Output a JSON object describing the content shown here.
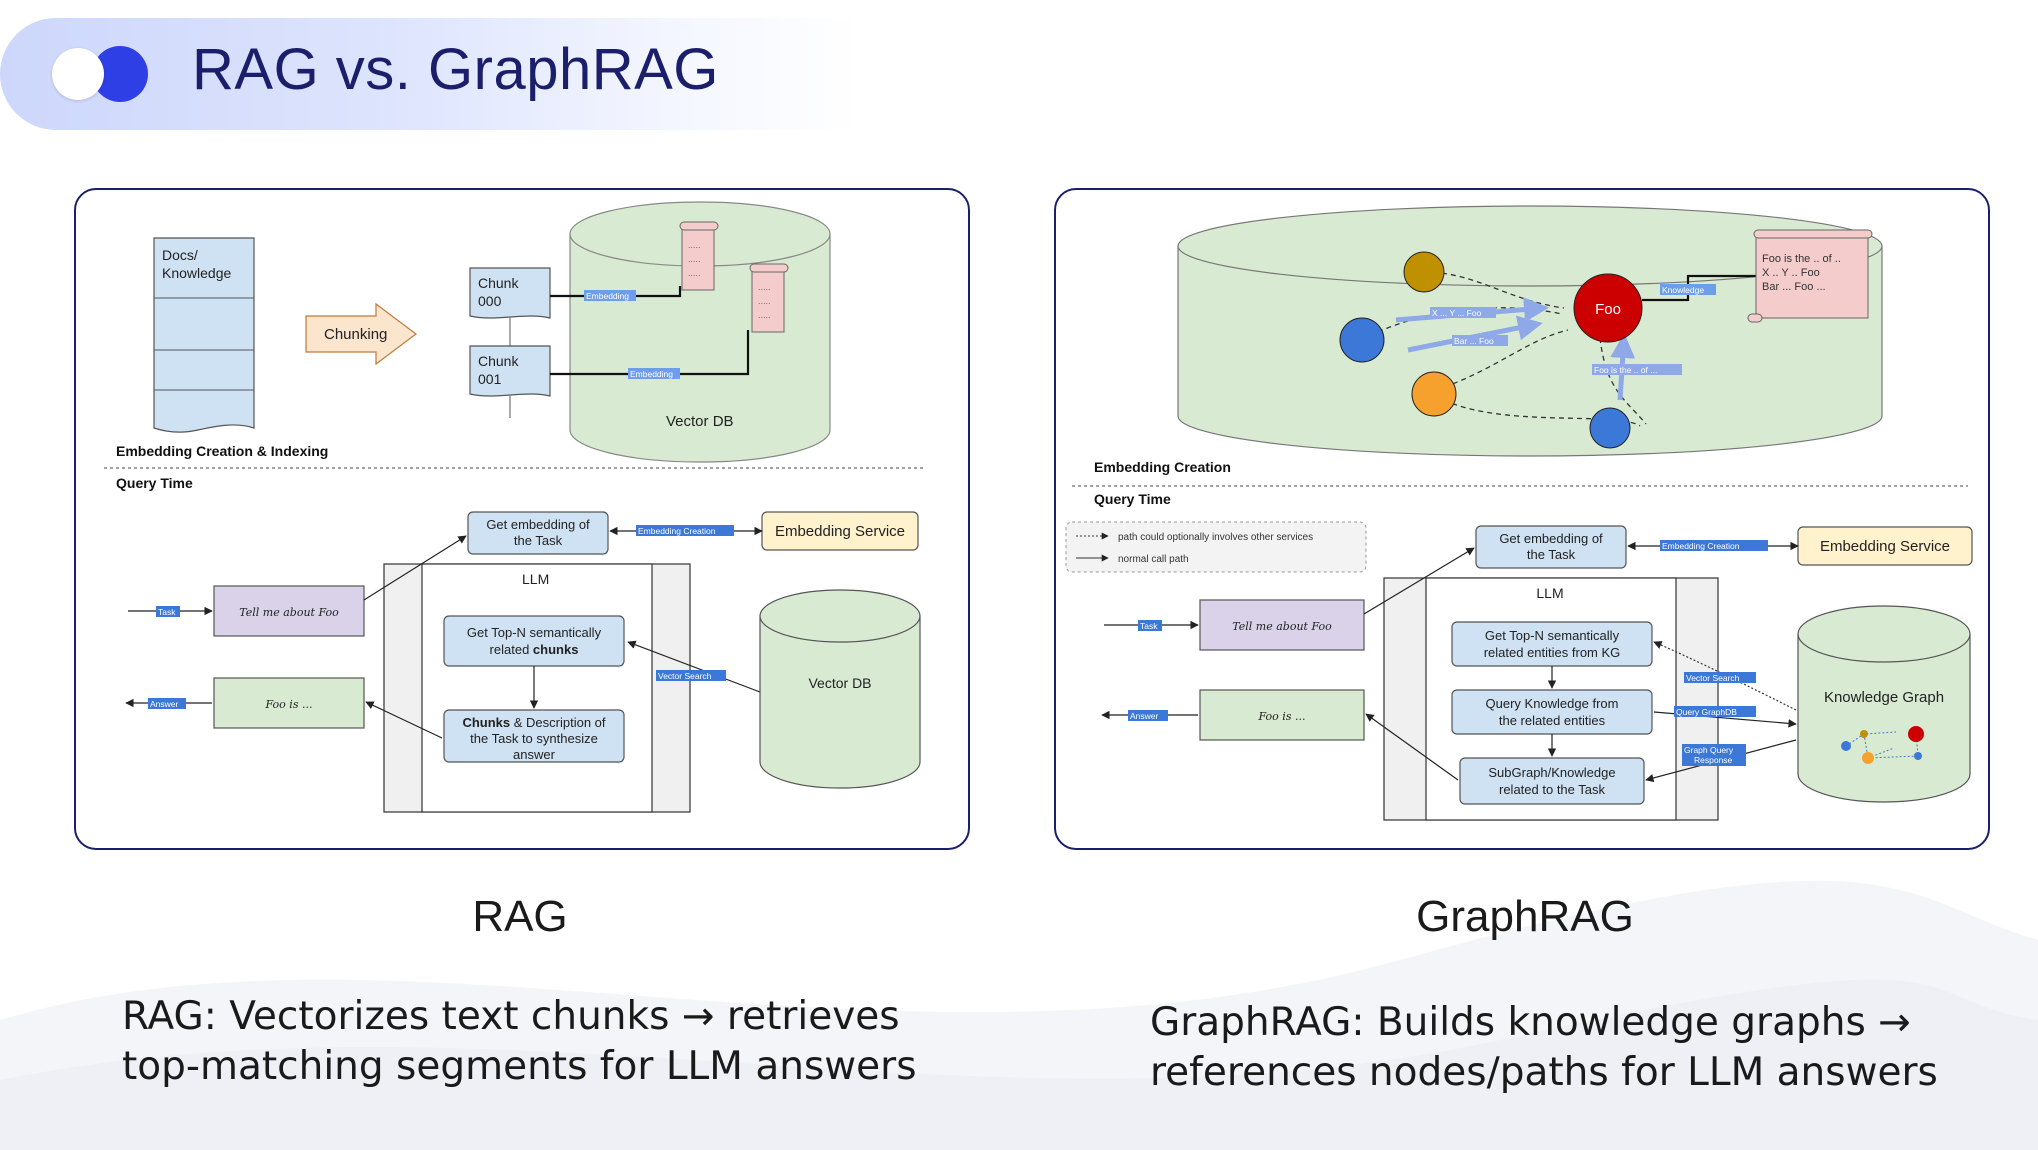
{
  "title": "RAG vs. GraphRAG",
  "rag": {
    "caption": "RAG",
    "description": "RAG: Vectorizes text chunks → retrieves top-matching segments for LLM answers",
    "docs_line1": "Docs/",
    "docs_line2": "Knowledge",
    "chunking": "Chunking",
    "chunk_word": "Chunk",
    "chunk_000": "000",
    "chunk_001": "001",
    "embedding": "Embedding",
    "vector_db": "Vector DB",
    "section_embedding": "Embedding Creation & Indexing",
    "section_query": "Query Time",
    "get_embedding_1": "Get embedding of",
    "get_embedding_2": "the Task",
    "embedding_creation": "Embedding Creation",
    "embedding_service": "Embedding Service",
    "llm": "LLM",
    "task": "Task",
    "tell_me": "Tell me about Foo",
    "topn_1": "Get Top-N semantically",
    "topn_2a": "related ",
    "topn_2b": "chunks",
    "vector_search": "Vector Search",
    "answer": "Answer",
    "foo_is": "Foo is ...",
    "chunks_desc_1a": "Chunks",
    "chunks_desc_1b": " & Description of",
    "chunks_desc_2": "the Task to synthesize",
    "chunks_desc_3": "answer",
    "scroll_dots": "....."
  },
  "graph": {
    "caption": "GraphRAG",
    "description": "GraphRAG: Builds knowledge graphs → references nodes/paths for LLM answers",
    "foo": "Foo",
    "x_y_foo": "X ... Y ... Foo",
    "bar_foo": "Bar ... Foo",
    "foo_is_the_of": "Foo is the .. of ...",
    "knowledge": "Knowledge",
    "scroll_1": "Foo is the .. of ..",
    "scroll_2": "X .. Y .. Foo",
    "scroll_3": "Bar ... Foo ...",
    "section_embedding": "Embedding Creation",
    "section_query": "Query Time",
    "legend_dotted": "path could optionally involves other services",
    "legend_solid": "normal call path",
    "get_embedding_1": "Get embedding of",
    "get_embedding_2": "the Task",
    "embedding_creation": "Embedding Creation",
    "embedding_service": "Embedding Service",
    "llm": "LLM",
    "task": "Task",
    "tell_me": "Tell me about Foo",
    "topn_1": "Get Top-N semantically",
    "topn_2": "related entities from KG",
    "vector_search": "Vector Search",
    "query_kg_1": "Query Knowledge from",
    "query_kg_2": "the related entities",
    "query_graphdb": "Query GraphDB",
    "subgraph_1": "SubGraph/Knowledge",
    "subgraph_2": "related to the Task",
    "graph_query_1": "Graph Query",
    "graph_query_2": "Response",
    "answer": "Answer",
    "foo_is": "Foo is ...",
    "knowledge_graph": "Knowledge Graph"
  },
  "colors": {
    "title": "#1b1f6b",
    "panel_border": "#1a1f6e",
    "box_blue": "#cfe2f3",
    "box_green": "#d9ead3",
    "box_yellow": "#fff2cc",
    "box_purple": "#d9d2e9",
    "label_blue": "#3c78d8",
    "toggle_blue": "#2f3fe6"
  }
}
